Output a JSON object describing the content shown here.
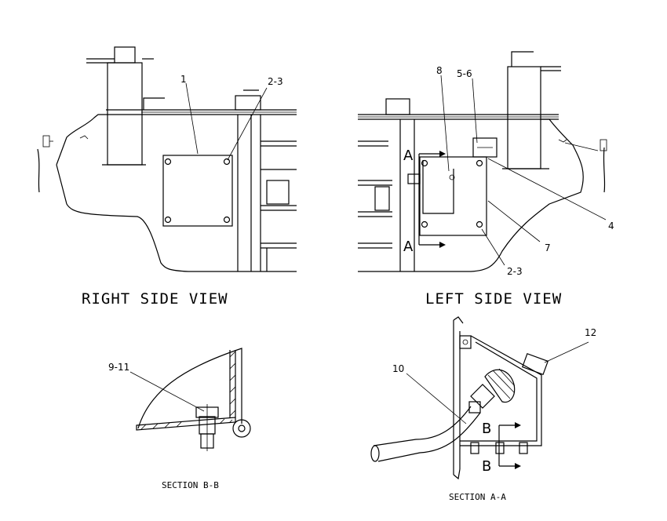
{
  "titles": {
    "right_side_view": "RIGHT SIDE VIEW",
    "left_side_view": "LEFT SIDE VIEW",
    "section_bb": "SECTION B-B",
    "section_aa": "SECTION A-A"
  },
  "callouts": {
    "c1": "1",
    "c2_3_right": "2-3",
    "c8": "8",
    "c5_6": "5-6",
    "c4": "4",
    "c7": "7",
    "c2_3_left": "2-3",
    "c9_11": "9-11",
    "c10": "10",
    "c12": "12"
  },
  "section_markers": {
    "a_top": "A",
    "a_bottom": "A",
    "b_top": "B",
    "b_bottom": "B"
  }
}
